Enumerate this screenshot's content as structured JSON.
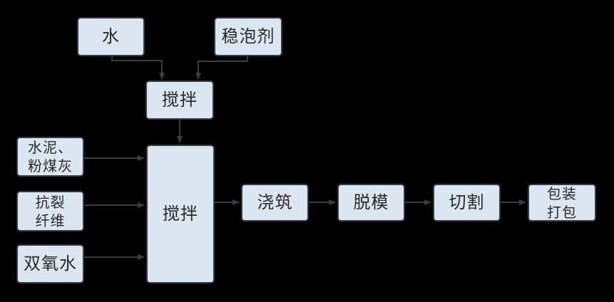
{
  "diagram": {
    "type": "flowchart",
    "nodes": {
      "water": {
        "label": "水"
      },
      "foam_stabilizer": {
        "label": "稳泡剂"
      },
      "premix": {
        "label": "搅拌"
      },
      "cement_flyash": {
        "label": "水泥、\n粉煤灰"
      },
      "anticrack_fiber": {
        "label": "抗裂\n纤维"
      },
      "hydrogen_peroxide": {
        "label": "双氧水"
      },
      "main_mix": {
        "label": "搅拌"
      },
      "pouring": {
        "label": "浇筑"
      },
      "demolding": {
        "label": "脱模"
      },
      "cutting": {
        "label": "切割"
      },
      "packaging": {
        "label": "包装\n打包"
      }
    },
    "edges": [
      {
        "from": "water",
        "to": "premix"
      },
      {
        "from": "foam_stabilizer",
        "to": "premix"
      },
      {
        "from": "premix",
        "to": "main_mix"
      },
      {
        "from": "cement_flyash",
        "to": "main_mix"
      },
      {
        "from": "anticrack_fiber",
        "to": "main_mix"
      },
      {
        "from": "hydrogen_peroxide",
        "to": "main_mix"
      },
      {
        "from": "main_mix",
        "to": "pouring"
      },
      {
        "from": "pouring",
        "to": "demolding"
      },
      {
        "from": "demolding",
        "to": "cutting"
      },
      {
        "from": "cutting",
        "to": "packaging"
      }
    ],
    "theme": {
      "background": "#000000",
      "node_fill": "#dce6f1",
      "node_border": "#333c47",
      "connector": "#3a3d40",
      "text": "#2a2a2a"
    }
  }
}
